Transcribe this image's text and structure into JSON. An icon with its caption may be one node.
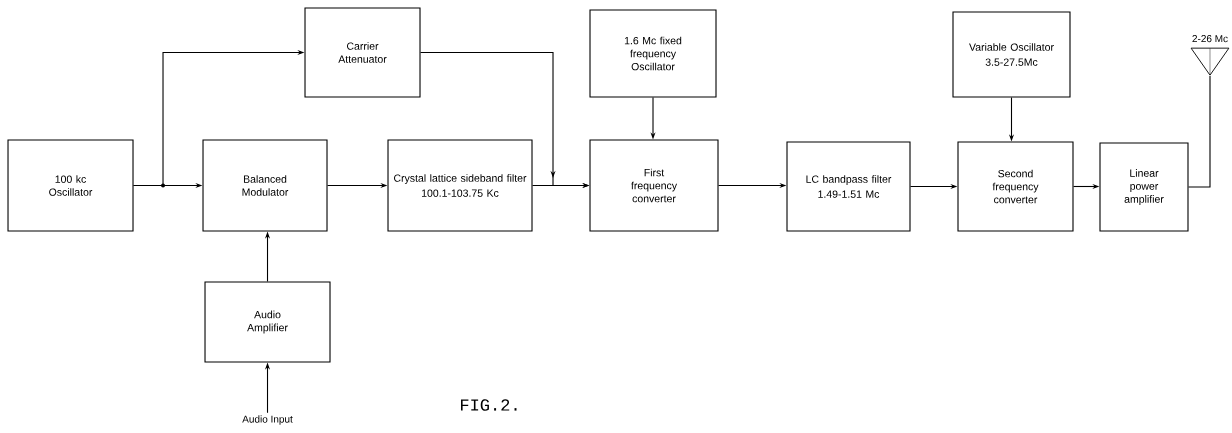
{
  "diagram": {
    "nodes": [
      {
        "text": [
          "100 kc Oscillator"
        ]
      },
      {
        "text": [
          "Carrier Attenuator"
        ]
      },
      {
        "text": [
          "Balanced Modulator"
        ]
      },
      {
        "text": [
          "Audio Amplifier"
        ]
      },
      {
        "text": [
          "Audio Input"
        ]
      },
      {
        "text": [
          "Crystal lattice sideband filter",
          "100.1-103.75 Kc"
        ]
      },
      {
        "text": [
          "1.6 Mc fixed frequency Oscillator"
        ]
      },
      {
        "text": [
          "First frequency converter"
        ]
      },
      {
        "text": [
          "LC bandpass filter",
          "1.49-1.51 Mc"
        ]
      },
      {
        "text": [
          "Variable Oscillator",
          "3.5-27.5Mc"
        ]
      },
      {
        "text": [
          "Second frequency converter"
        ]
      },
      {
        "text": [
          "Linear power amplifier"
        ]
      },
      {
        "text": [],
        "shape": "triangle",
        "beside": [
          "2-26 Mc"
        ]
      }
    ],
    "edges": [
      {
        "from": 0,
        "to": 2,
        "arrow": "to"
      },
      {
        "from": 0,
        "to": 1,
        "arrow": "to"
      },
      {
        "from": 2,
        "to": 5,
        "arrow": "to"
      },
      {
        "from": 3,
        "to": 2,
        "arrow": "to"
      },
      {
        "from": 4,
        "to": 3,
        "arrow": "to"
      },
      {
        "from": 1,
        "to": 7,
        "arrow": "to"
      },
      {
        "from": 5,
        "to": 7,
        "arrow": "to"
      },
      {
        "from": 6,
        "to": 7,
        "arrow": "to"
      },
      {
        "from": 7,
        "to": 8,
        "arrow": "to"
      },
      {
        "from": 8,
        "to": 10,
        "arrow": "to"
      },
      {
        "from": 9,
        "to": 10,
        "arrow": "to"
      },
      {
        "from": 10,
        "to": 11,
        "arrow": "to"
      },
      {
        "from": 11,
        "to": 12,
        "arrow": "none"
      }
    ],
    "labels": [
      "FIG.2."
    ]
  }
}
